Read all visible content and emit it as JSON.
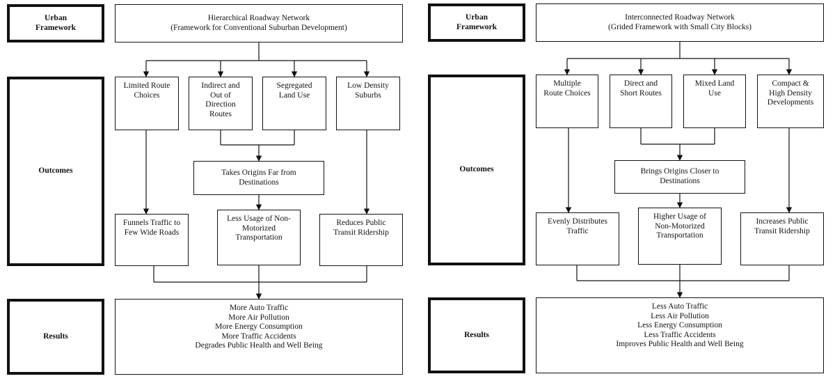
{
  "left": {
    "framework_label": [
      "Urban",
      "Framework"
    ],
    "network_title": [
      "Hierarchical Roadway Network",
      "(Framework for Conventional Suburban Development)"
    ],
    "outcomes_label": "Outcomes",
    "results_label": "Results",
    "outcomes_top": [
      [
        "Limited Route",
        "Choices"
      ],
      [
        "Indirect and",
        "Out of",
        "Direction",
        "Routes"
      ],
      [
        "Segregated",
        "Land Use"
      ],
      [
        "Low Density",
        "Suburbs"
      ]
    ],
    "middle": [
      "Takes Origins Far from",
      "Destinations"
    ],
    "outcomes_bottom": [
      [
        "Funnels Traffic to",
        "Few Wide Roads"
      ],
      [
        "Less Usage of Non-",
        "Motorized",
        "Transportation"
      ],
      [
        "Reduces Public",
        "Transit Ridership"
      ]
    ],
    "results": [
      "More Auto Traffic",
      "More Air Pollution",
      "More Energy Consumption",
      "More Traffic Accidents",
      "Degrades Public Health and Well Being"
    ]
  },
  "right": {
    "framework_label": [
      "Urban",
      "Framework"
    ],
    "network_title": [
      "Interconnected Roadway Network",
      "(Grided Framework with Small City Blocks)"
    ],
    "outcomes_label": "Outcomes",
    "results_label": "Results",
    "outcomes_top": [
      [
        "Multiple",
        "Route Choices"
      ],
      [
        "Direct and",
        "Short Routes"
      ],
      [
        "Mixed Land",
        "Use"
      ],
      [
        "Compact &",
        "High Density",
        "Developments"
      ]
    ],
    "middle": [
      "Brings Origins Closer to",
      "Destinations"
    ],
    "outcomes_bottom": [
      [
        "Evenly Distributes",
        "Traffic"
      ],
      [
        "Higher Usage of",
        "Non-Motorized",
        "Transportation"
      ],
      [
        "Increases Public",
        "Transit Ridership"
      ]
    ],
    "results": [
      "Less Auto Traffic",
      "Less Air Pollution",
      "Less Energy Consumption",
      "Less Traffic Accidents",
      "Improves Public Health and Well Being"
    ]
  }
}
